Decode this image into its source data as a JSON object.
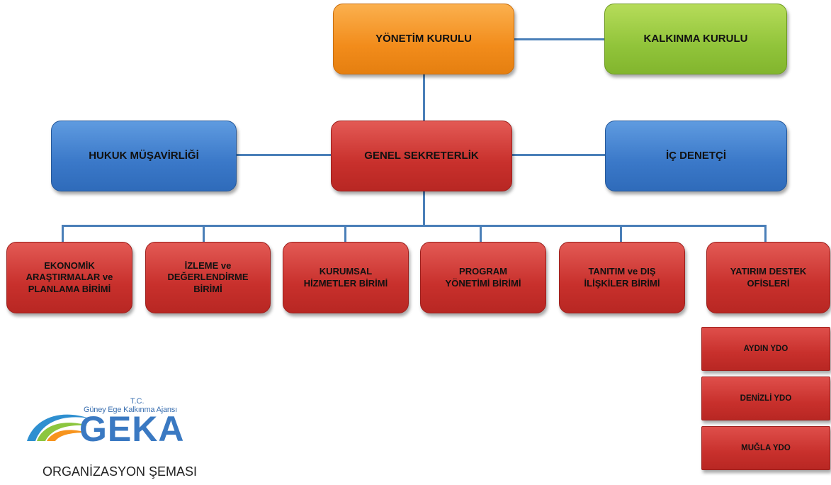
{
  "nodes": {
    "yonetim": "YÖNETİM KURULU",
    "kalkinma": "KALKINMA KURULU",
    "genel": "GENEL SEKRETERLİK",
    "hukuk": "HUKUK MÜŞAVİRLİĞİ",
    "ic": "İÇ DENETÇİ",
    "units": [
      "EKONOMİK\nARAŞTIRMALAR ve\nPLANLAMA BİRİMİ",
      "İZLEME ve\nDEĞERLENDİRME\nBİRİMİ",
      "KURUMSAL\nHİZMETLER BİRİMİ",
      "PROGRAM\nYÖNETİMİ BİRİMİ",
      "TANITIM ve DIŞ\nİLİŞKİLER BİRİMİ",
      "YATIRIM DESTEK\nOFİSLERİ"
    ],
    "offices": [
      "AYDIN YDO",
      "DENİZLİ YDO",
      "MUĞLA YDO"
    ]
  },
  "logo": {
    "tc": "T.C.",
    "agency": "Güney Ege Kalkınma Ajansı",
    "word": "GEKA"
  },
  "caption": "ORGANİZASYON ŞEMASI",
  "colors": {
    "orange": "#f28c1b",
    "green": "#91c43a",
    "blue": "#3a78c8",
    "red": "#c8302c",
    "connector": "#4a7fb8"
  }
}
